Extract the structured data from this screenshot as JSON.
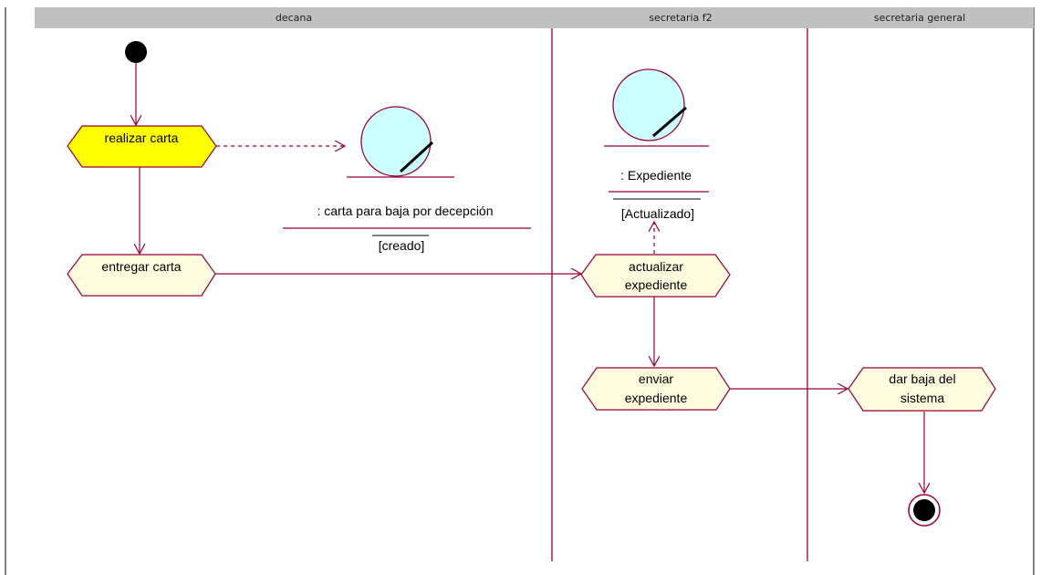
{
  "diagram": {
    "swimlanes": [
      {
        "id": "lane-decana",
        "title": "decana"
      },
      {
        "id": "lane-secretaria-f2",
        "title": "secretaria f2"
      },
      {
        "id": "lane-secretaria-general",
        "title": "secretaria general"
      }
    ],
    "activities": {
      "realizar_carta": {
        "label": "realizar carta",
        "highlighted": true
      },
      "entregar_carta": {
        "label": "entregar carta"
      },
      "actualizar_expediente": {
        "line1": "actualizar",
        "line2": "expediente"
      },
      "enviar_expediente": {
        "line1": "enviar",
        "line2": "expediente"
      },
      "dar_baja_sistema": {
        "line1": "dar baja del",
        "line2": "sistema"
      }
    },
    "objects": {
      "carta": {
        "name": ": carta para baja por decepción",
        "state": "[creado]"
      },
      "expediente": {
        "name": ": Expediente",
        "state": "[Actualizado]"
      }
    },
    "colors": {
      "activity_fill": "#fefde0",
      "activity_highlight_fill": "#ffff00",
      "activity_stroke": "#990033",
      "object_fill": "#ccffff",
      "line_color": "#990033",
      "header_fill": "#c0c0c0"
    }
  }
}
